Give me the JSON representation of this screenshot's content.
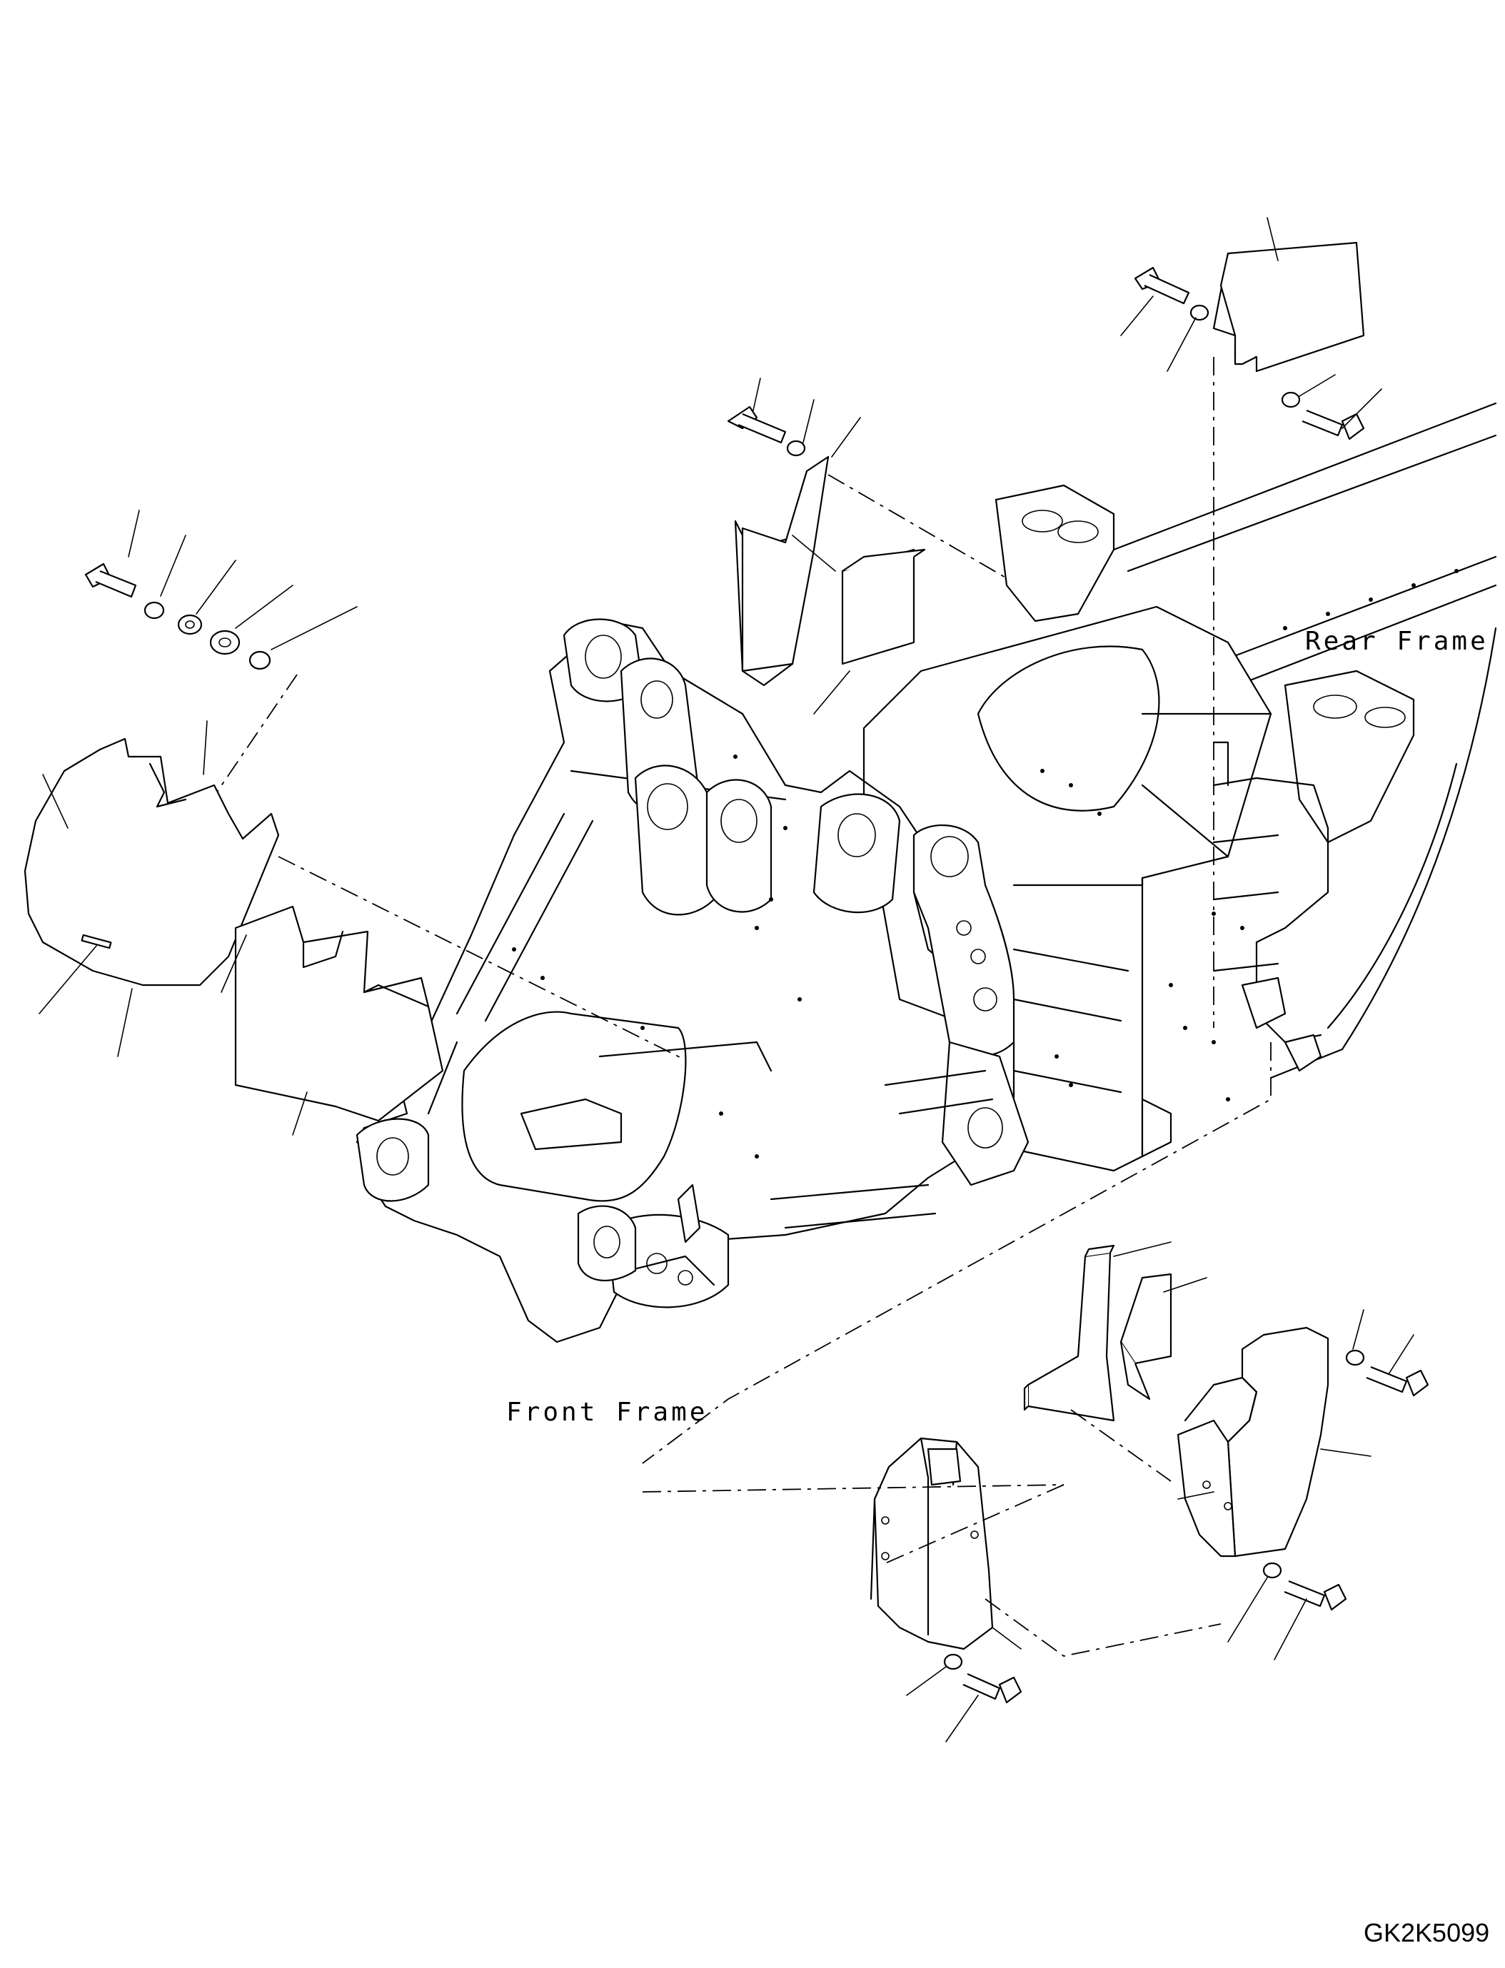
{
  "labels": {
    "rear_frame": "Rear Frame",
    "front_frame": "Front Frame",
    "drawing_code": "GK2K5099"
  }
}
